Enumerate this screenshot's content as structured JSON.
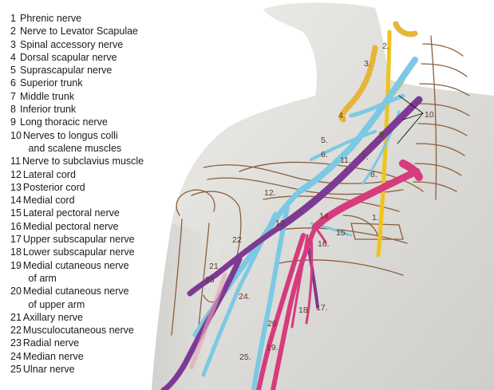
{
  "legend": [
    {
      "num": "1",
      "text": "Phrenic nerve"
    },
    {
      "num": "2",
      "text": "Nerve to Levator Scapulae"
    },
    {
      "num": "3",
      "text": "Spinal accessory nerve"
    },
    {
      "num": "4",
      "text": "Dorsal scapular nerve"
    },
    {
      "num": "5",
      "text": "Suprascapular nerve"
    },
    {
      "num": "6",
      "text": "Superior trunk"
    },
    {
      "num": "7",
      "text": "Middle trunk"
    },
    {
      "num": "8",
      "text": "Inferior trunk"
    },
    {
      "num": "9",
      "text": "Long thoracic nerve"
    },
    {
      "num": "10",
      "text": "Nerves to longus colli"
    },
    {
      "num": "",
      "text": "   and scalene muscles"
    },
    {
      "num": "11",
      "text": "Nerve to subclavius muscle"
    },
    {
      "num": "12",
      "text": "Lateral cord"
    },
    {
      "num": "13",
      "text": "Posterior cord"
    },
    {
      "num": "14",
      "text": "Medial cord"
    },
    {
      "num": "15",
      "text": "Lateral pectoral nerve"
    },
    {
      "num": "16",
      "text": "Medial pectoral nerve"
    },
    {
      "num": "17",
      "text": "Upper subscapular nerve"
    },
    {
      "num": "18",
      "text": "Lower subscapular nerve"
    },
    {
      "num": "19",
      "text": "Medial cutaneous nerve"
    },
    {
      "num": "",
      "text": "   of arm"
    },
    {
      "num": "20",
      "text": "Medial cutaneous nerve"
    },
    {
      "num": "",
      "text": "   of upper arm"
    },
    {
      "num": "21",
      "text": "Axillary nerve"
    },
    {
      "num": "22",
      "text": "Musculocutaneous nerve"
    },
    {
      "num": "23",
      "text": "Radial nerve"
    },
    {
      "num": "24",
      "text": "Median nerve"
    },
    {
      "num": "25",
      "text": "Ulnar nerve"
    }
  ],
  "labels": {
    "l1": "1.",
    "l2": "2.",
    "l3": "3.",
    "l4": "4.",
    "l5": "5.",
    "l6": "6.",
    "l7": "7.",
    "l8": "8.",
    "l9": "9",
    "l10": "10.",
    "l11": "11.",
    "l12": "12.",
    "l13": "13.",
    "l14": "14",
    "l15": "15.",
    "l16": "16.",
    "l17": "17.",
    "l18": "18.",
    "l19": "19.",
    "l20": "20",
    "l21": "21",
    "l22": "22",
    "l23": "23",
    "l24": "24.",
    "l25": "25."
  },
  "colors": {
    "background": "#ffffff",
    "body": "#e3e2df",
    "bone": "#8b5e3c",
    "phrenic_yellow": "#f0c419",
    "accessory_gold": "#e7b53a",
    "blue": "#7cc9e4",
    "purple": "#7d3a93",
    "pink": "#d63b7d",
    "label_text": "#5a3a2a"
  }
}
